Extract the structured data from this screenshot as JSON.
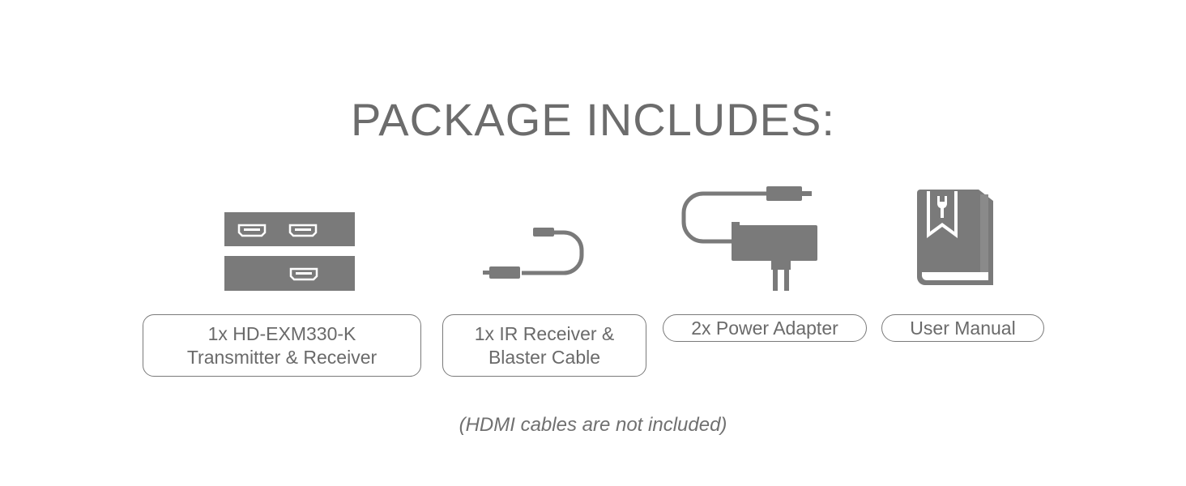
{
  "header": {
    "title": "PACKAGE INCLUDES:"
  },
  "items": [
    {
      "icon": "extender-units-icon",
      "label_line1": "1x HD-EXM330-K",
      "label_line2": "Transmitter & Receiver"
    },
    {
      "icon": "ir-cable-icon",
      "label_line1": "1x IR Receiver &",
      "label_line2": "Blaster Cable"
    },
    {
      "icon": "power-adapter-icon",
      "label": "2x Power Adapter"
    },
    {
      "icon": "user-manual-icon",
      "label": "User Manual"
    }
  ],
  "footer": {
    "note": "(HDMI cables are not included)"
  },
  "colors": {
    "icon": "#7a7a7a",
    "text": "#6c6c6c",
    "background": "#ffffff"
  }
}
